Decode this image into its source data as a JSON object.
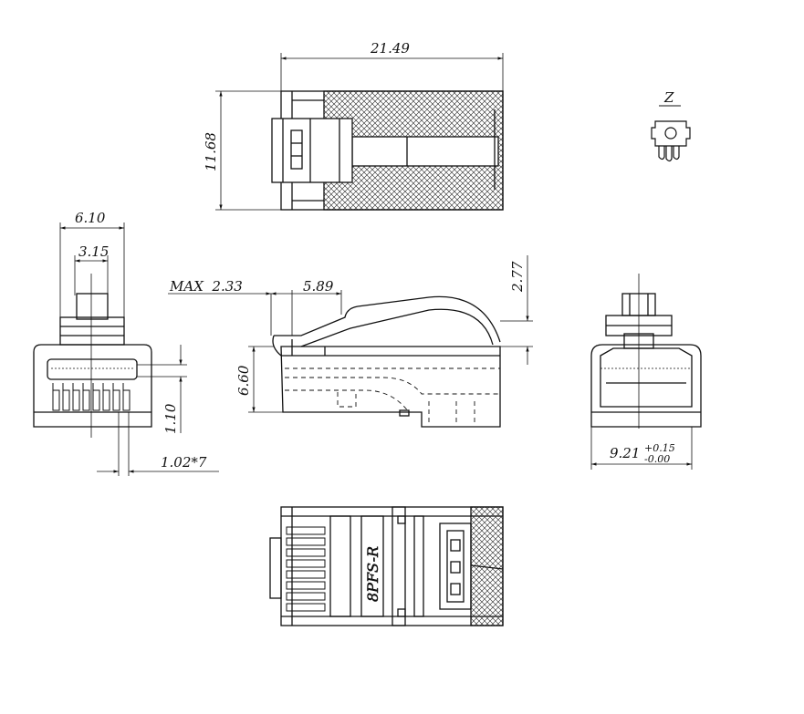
{
  "drawing": {
    "colors": {
      "line": "#111111",
      "hatch": "#222222",
      "background": "#ffffff"
    },
    "dimensions": {
      "overall_length": "21.49",
      "overall_height": "11.68",
      "front_width": "6.10",
      "latch_width": "3.15",
      "contact_height": "1.10",
      "contact_pitch": "1.02*7",
      "max_offset": "MAX  2.33",
      "latch_offset": "5.89",
      "side_height": "6.60",
      "latch_rise": "2.77",
      "rear_width_base": "9.21",
      "rear_width_tol_upper": "+0.15",
      "rear_width_tol_lower": "-0.00"
    },
    "view_label": "Z",
    "part_marking": "8PFS-R"
  }
}
